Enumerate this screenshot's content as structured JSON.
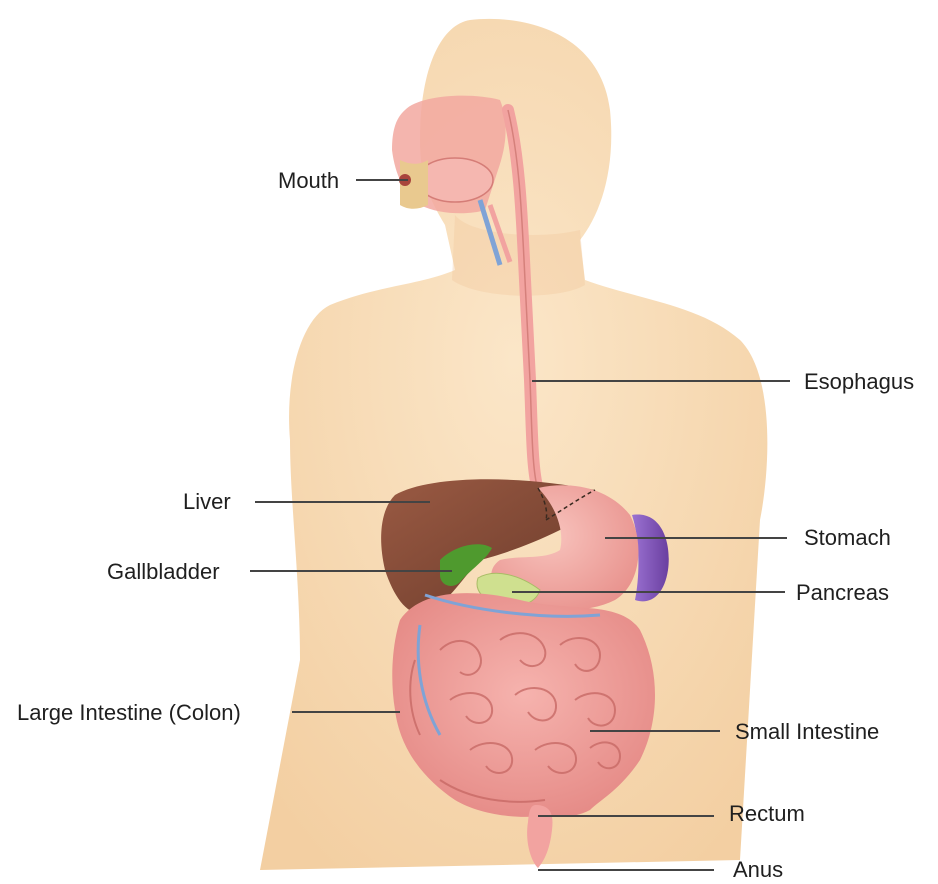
{
  "labels": {
    "mouth": "Mouth",
    "esophagus": "Esophagus",
    "liver": "Liver",
    "stomach": "Stomach",
    "gallbladder": "Gallbladder",
    "pancreas": "Pancreas",
    "large_intestine": "Large Intestine (Colon)",
    "small_intestine": "Small Intestine",
    "rectum": "Rectum",
    "anus": "Anus"
  },
  "colors": {
    "skin": "#f7dcb8",
    "tract_pink": "#f2a3a0",
    "liver": "#7b4634",
    "gallbladder": "#4f9a2e",
    "spleen": "#7a4fb0",
    "pancreas": "#cfe08f",
    "line": "#444444"
  }
}
